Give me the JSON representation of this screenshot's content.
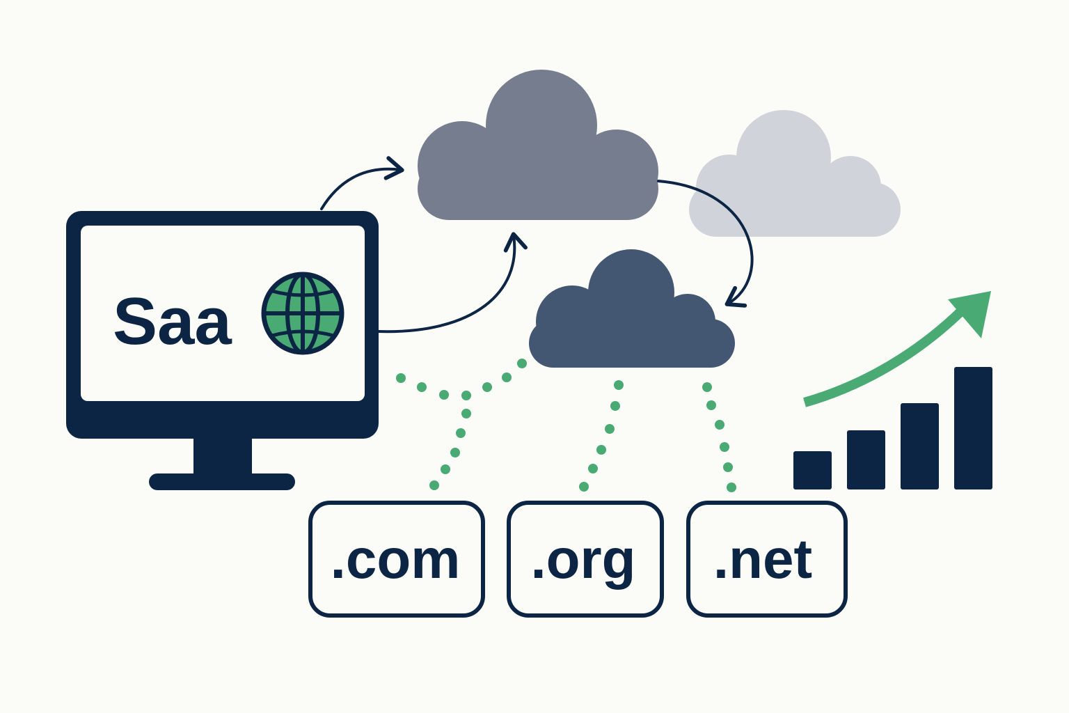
{
  "monitor": {
    "screen_text": "Saa"
  },
  "domains": [
    {
      "label": ".com"
    },
    {
      "label": ".org"
    },
    {
      "label": ".net"
    }
  ],
  "growth_chart": {
    "bar_levels": [
      1,
      2,
      3,
      4
    ],
    "trend": "up"
  },
  "colors": {
    "navy": "#0d2545",
    "green": "#4aaa73",
    "cloud_gray": "#767d8f",
    "cloud_light": "#d1d3da",
    "cloud_blue": "#435672",
    "background": "#fbfbf8"
  }
}
